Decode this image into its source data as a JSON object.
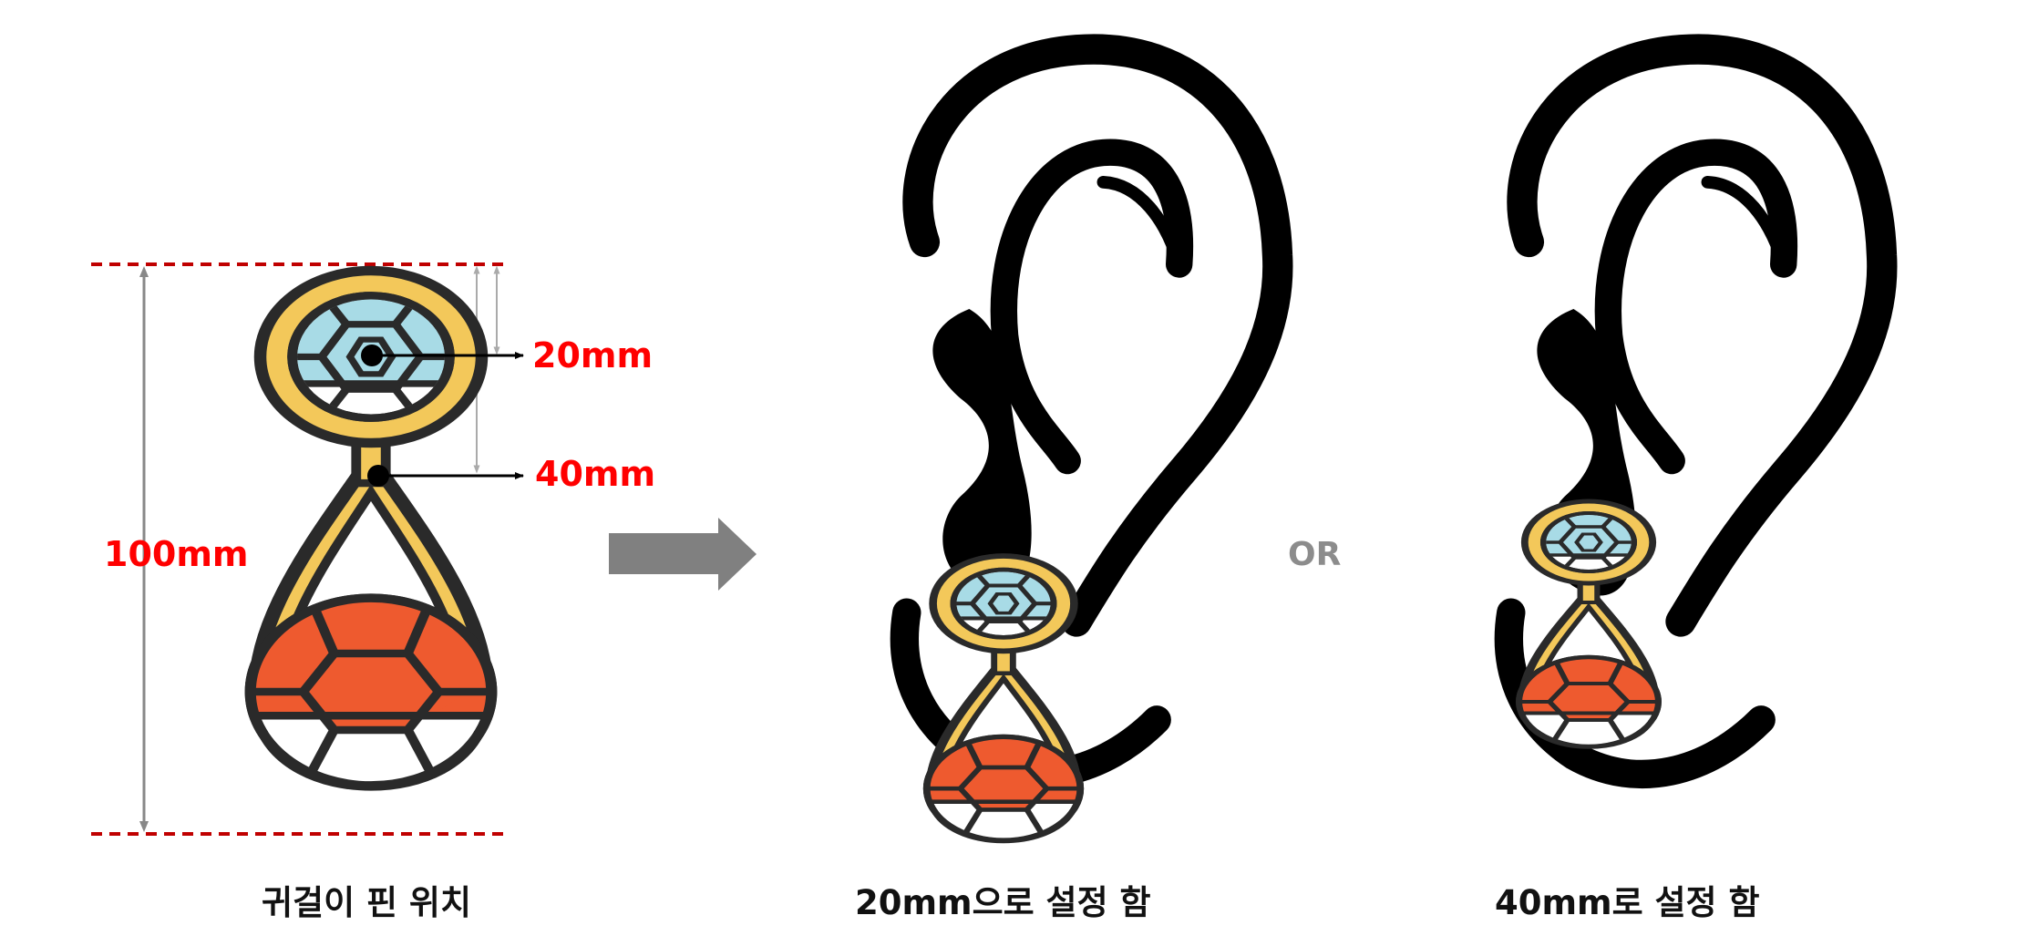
{
  "labels": {
    "total_height": "100mm",
    "pin_20": "20mm",
    "pin_40": "40mm",
    "or": "OR"
  },
  "captions": {
    "left": "귀걸이 핀 위치",
    "middle": "20mm으로 설정 함",
    "right": "40mm로 설정 함"
  },
  "colors": {
    "gold": "#f3c85a",
    "outline": "#2a2a2a",
    "top_gem": "#a8dbe6",
    "bottom_gem": "#ee5a2f",
    "dashed_guide": "#c00000",
    "measure_red": "#ff0000",
    "arrow_gray": "#808080",
    "ear": "#000000"
  }
}
